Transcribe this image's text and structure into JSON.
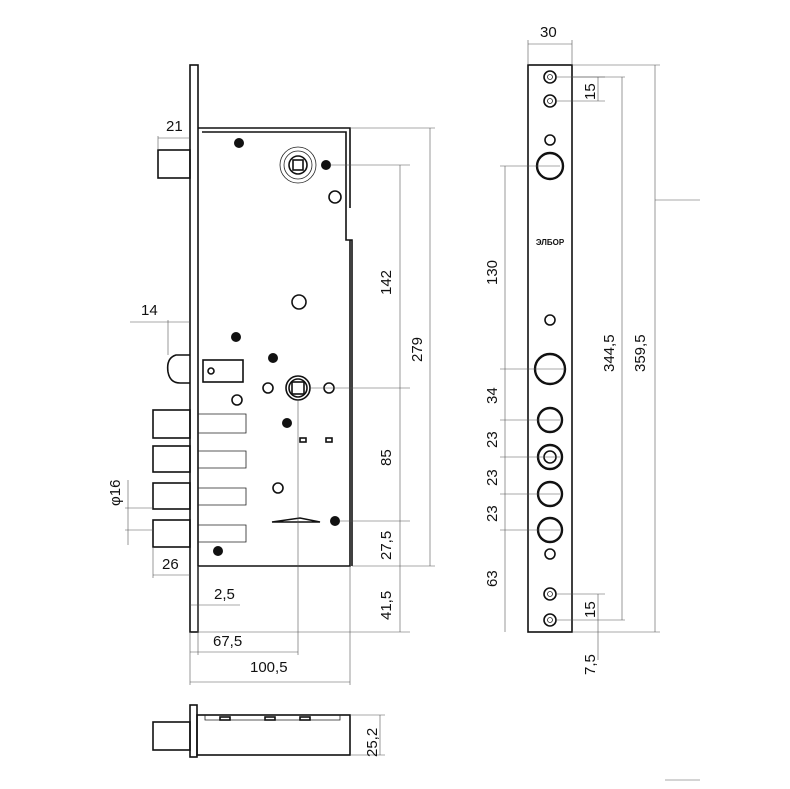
{
  "logo_text": "ЭЛБОР",
  "side_view_dims": {
    "latch_bolt": "21",
    "latch": "14",
    "bolt_diameter": "φ16",
    "bolt_projection": "26",
    "faceplate_thickness": "2,5",
    "backset": "67,5",
    "case_width": "100,5",
    "spindle_to_cylinder": "142",
    "case_height": "279",
    "cylinder_to_bolt": "85",
    "bolt_to_bottom": "27,5",
    "bottom_offset": "41,5"
  },
  "strike_plate_dims": {
    "width": "30",
    "top_hole_spacing": "15",
    "upper_hole": "130",
    "inner_length": "344,5",
    "total_length": "359,5",
    "spacing_34": "34",
    "spacing_23a": "23",
    "spacing_23b": "23",
    "spacing_23c": "23",
    "lower_offset": "63",
    "bottom_hole_spacing": "15",
    "bottom_margin": "7,5"
  },
  "bottom_view_dims": {
    "thickness": "25,2"
  }
}
